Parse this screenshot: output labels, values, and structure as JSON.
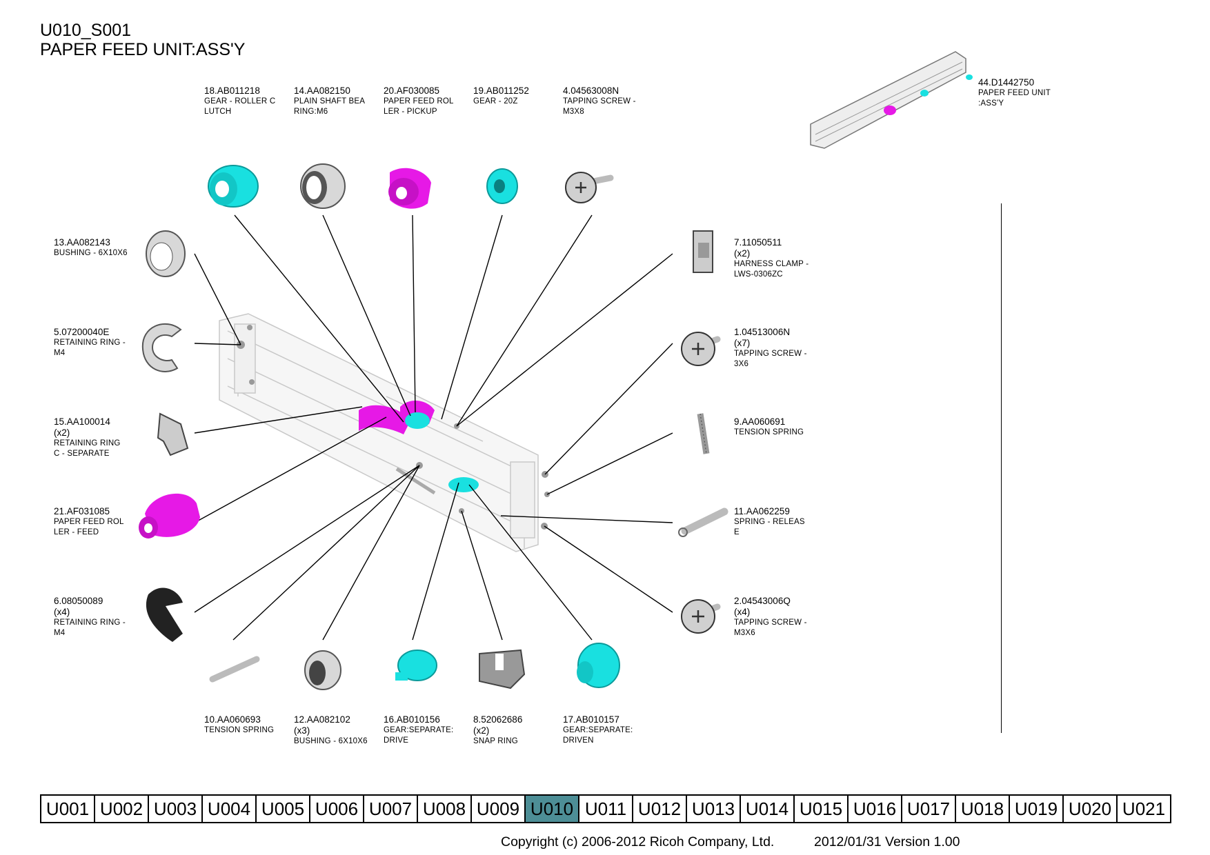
{
  "header": {
    "code": "U010_S001",
    "title": "PAPER FEED UNIT:ASS'Y"
  },
  "parts": [
    {
      "id": "p18",
      "num": "18.AB011218",
      "qty": "",
      "desc": "GEAR - ROLLER C\nLUTCH"
    },
    {
      "id": "p14",
      "num": "14.AA082150",
      "qty": "",
      "desc": "PLAIN SHAFT BEA\nRING:M6"
    },
    {
      "id": "p20",
      "num": "20.AF030085",
      "qty": "",
      "desc": "PAPER FEED ROL\nLER - PICKUP"
    },
    {
      "id": "p19",
      "num": "19.AB011252",
      "qty": "",
      "desc": "GEAR - 20Z"
    },
    {
      "id": "p4",
      "num": "4.04563008N",
      "qty": "",
      "desc": "TAPPING SCREW -\n M3X8"
    },
    {
      "id": "p44",
      "num": "44.D1442750",
      "qty": "",
      "desc": "PAPER FEED UNIT\n:ASS'Y"
    },
    {
      "id": "p13",
      "num": "13.AA082143",
      "qty": "",
      "desc": "BUSHING - 6X10X6"
    },
    {
      "id": "p5",
      "num": "5.07200040E",
      "qty": "",
      "desc": "RETAINING RING -\nM4"
    },
    {
      "id": "p15",
      "num": "15.AA100014",
      "qty": "(x2)",
      "desc": "RETAINING RING\nC - SEPARATE"
    },
    {
      "id": "p21",
      "num": "21.AF031085",
      "qty": "",
      "desc": "PAPER FEED ROL\nLER - FEED"
    },
    {
      "id": "p6",
      "num": "6.08050089",
      "qty": "(x4)",
      "desc": "RETAINING RING -\nM4"
    },
    {
      "id": "p7",
      "num": "7.11050511",
      "qty": "(x2)",
      "desc": "HARNESS CLAMP -\n LWS-0306ZC"
    },
    {
      "id": "p1",
      "num": "1.04513006N",
      "qty": "(x7)",
      "desc": "TAPPING SCREW -\n 3X6"
    },
    {
      "id": "p9",
      "num": "9.AA060691",
      "qty": "",
      "desc": "TENSION SPRING"
    },
    {
      "id": "p11",
      "num": "11.AA062259",
      "qty": "",
      "desc": "SPRING - RELEAS\nE"
    },
    {
      "id": "p2",
      "num": "2.04543006Q",
      "qty": "(x4)",
      "desc": "TAPPING SCREW -\n M3X6"
    },
    {
      "id": "p10",
      "num": "10.AA060693",
      "qty": "",
      "desc": "TENSION SPRING"
    },
    {
      "id": "p12",
      "num": "12.AA082102",
      "qty": "(x3)",
      "desc": "BUSHING - 6X10X6"
    },
    {
      "id": "p16",
      "num": "16.AB010156",
      "qty": "",
      "desc": "GEAR:SEPARATE:\nDRIVE"
    },
    {
      "id": "p8",
      "num": "8.52062686",
      "qty": "(x2)",
      "desc": "SNAP RING"
    },
    {
      "id": "p17",
      "num": "17.AB010157",
      "qty": "",
      "desc": "GEAR:SEPARATE:\nDRIVEN"
    }
  ],
  "nav": {
    "tabs": [
      "U001",
      "U002",
      "U003",
      "U004",
      "U005",
      "U006",
      "U007",
      "U008",
      "U009",
      "U010",
      "U011",
      "U012",
      "U013",
      "U014",
      "U015",
      "U016",
      "U017",
      "U018",
      "U019",
      "U020",
      "U021"
    ],
    "active": "U010"
  },
  "footer": {
    "copyright": "Copyright (c) 2006-2012 Ricoh Company, Ltd.",
    "version": "2012/01/31 Version 1.00"
  },
  "colors": {
    "cyan": "#19e0e0",
    "magenta": "#e619e6",
    "gray": "#d8d8d8",
    "active_tab": "#4d8e96"
  }
}
